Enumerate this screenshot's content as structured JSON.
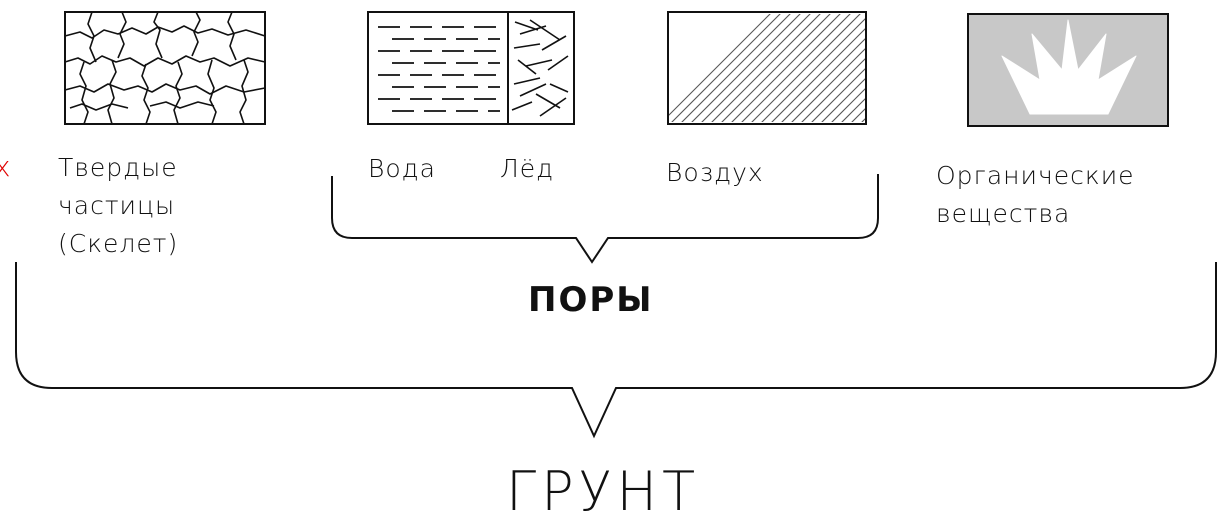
{
  "components": {
    "solid": {
      "lines": [
        "Твердые",
        "частицы",
        "(Скелет)"
      ]
    },
    "water": {
      "label": "Вода"
    },
    "ice": {
      "label": "Лёд"
    },
    "air": {
      "label": "Воздух"
    },
    "organic": {
      "lines": [
        "Органические",
        "вещества"
      ]
    }
  },
  "groups": {
    "pores": "ПОРЫ",
    "soil": "ГРУНТ"
  },
  "edge_mark": "x",
  "colors": {
    "ink": "#111111",
    "organic_fill": "#c8c8c8",
    "edge_mark": "#e00000"
  }
}
